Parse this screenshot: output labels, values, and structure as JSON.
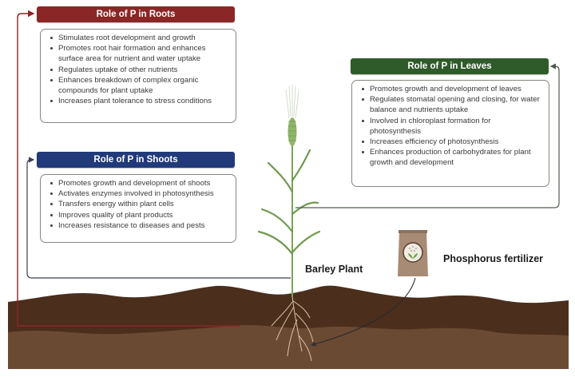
{
  "roots": {
    "title": "Role of P in Roots",
    "color": "#8b2626",
    "items": [
      "Stimulates root development and growth",
      "Promotes root hair formation and enhances surface area for nutrient and water uptake",
      "Regulates uptake of other nutrients",
      "Enhances breakdown of complex organic compounds for plant uptake",
      "Increases plant tolerance to stress conditions"
    ]
  },
  "shoots": {
    "title": "Role of P in Shoots",
    "color": "#223a7a",
    "items": [
      "Promotes growth and development of shoots",
      "Activates enzymes involved in photosynthesis",
      "Transfers energy within plant cells",
      "Improves quality of plant products",
      "Increases resistance to diseases and pests"
    ]
  },
  "leaves": {
    "title": "Role of P in Leaves",
    "color": "#2f5a2a",
    "items": [
      "Promotes growth and development of leaves",
      "Regulates stomatal opening and closing, for water balance and nutrients uptake",
      "Involved in chloroplast formation for photosynthesis",
      "Increases efficiency of photosynthesis",
      "Enhances production of carbohydrates for plant growth and development"
    ]
  },
  "labels": {
    "plant": "Barley Plant",
    "fertilizer": "Phosphorus fertilizer"
  },
  "colors": {
    "soil_top": "#4b2e1c",
    "soil_bottom": "#6b4a34",
    "stem": "#7aa35a",
    "roots_line": "#8b2626",
    "shoots_line": "#3a3f55",
    "leaves_line": "#4f5a4f"
  }
}
